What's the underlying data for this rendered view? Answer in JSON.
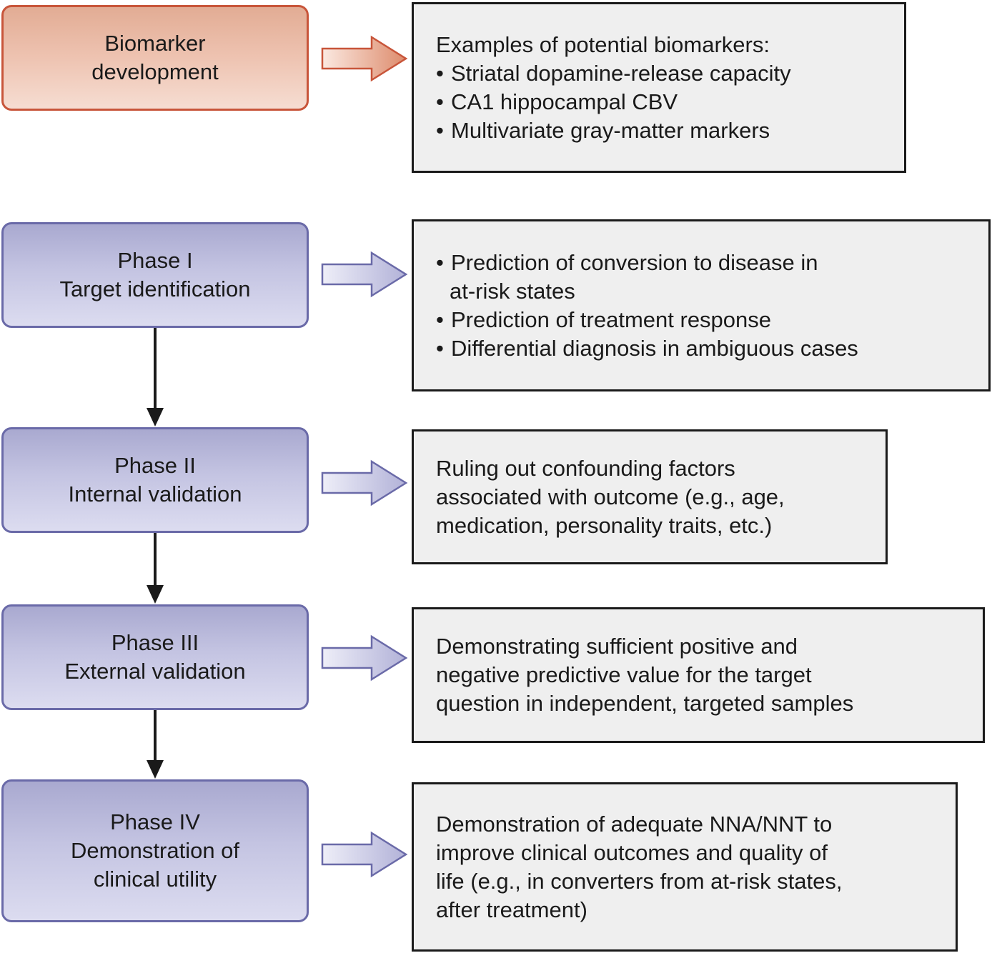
{
  "colors": {
    "dev_border": "#c8553a",
    "dev_fill_top": "#e2ac94",
    "dev_fill_bottom": "#f6ddd2",
    "phase_border": "#6a6aa8",
    "phase_fill_top": "#a9a9d0",
    "phase_fill_bottom": "#dcdcf0",
    "box_border": "#1a1a1a",
    "box_fill": "#efefef",
    "flow_arrow": "#1a1a1a"
  },
  "stages": [
    {
      "lines": [
        "Biomarker",
        "development"
      ],
      "description": {
        "intro": "Examples of potential biomarkers:",
        "bullets": [
          [
            "Striatal dopamine-release capacity"
          ],
          [
            "CA1 hippocampal CBV"
          ],
          [
            "Multivariate gray-matter markers"
          ]
        ]
      }
    },
    {
      "lines": [
        "Phase I",
        "Target identification"
      ],
      "description": {
        "bullets": [
          [
            "Prediction of conversion to disease in",
            "at-risk states"
          ],
          [
            "Prediction of treatment response"
          ],
          [
            "Differential diagnosis in ambiguous cases"
          ]
        ]
      }
    },
    {
      "lines": [
        "Phase II",
        "Internal validation"
      ],
      "description": {
        "lines": [
          "Ruling out confounding factors",
          "associated with outcome (e.g., age,",
          "medication, personality traits, etc.)"
        ]
      }
    },
    {
      "lines": [
        "Phase III",
        "External validation"
      ],
      "description": {
        "lines": [
          "Demonstrating sufficient positive and",
          "negative predictive value for the target",
          "question in independent, targeted samples"
        ]
      }
    },
    {
      "lines": [
        "Phase IV",
        "Demonstration of",
        "clinical utility"
      ],
      "description": {
        "lines": [
          "Demonstration of adequate NNA/NNT to",
          "improve clinical outcomes and quality of",
          "life (e.g., in converters from at-risk states,",
          "after treatment)"
        ]
      }
    }
  ]
}
